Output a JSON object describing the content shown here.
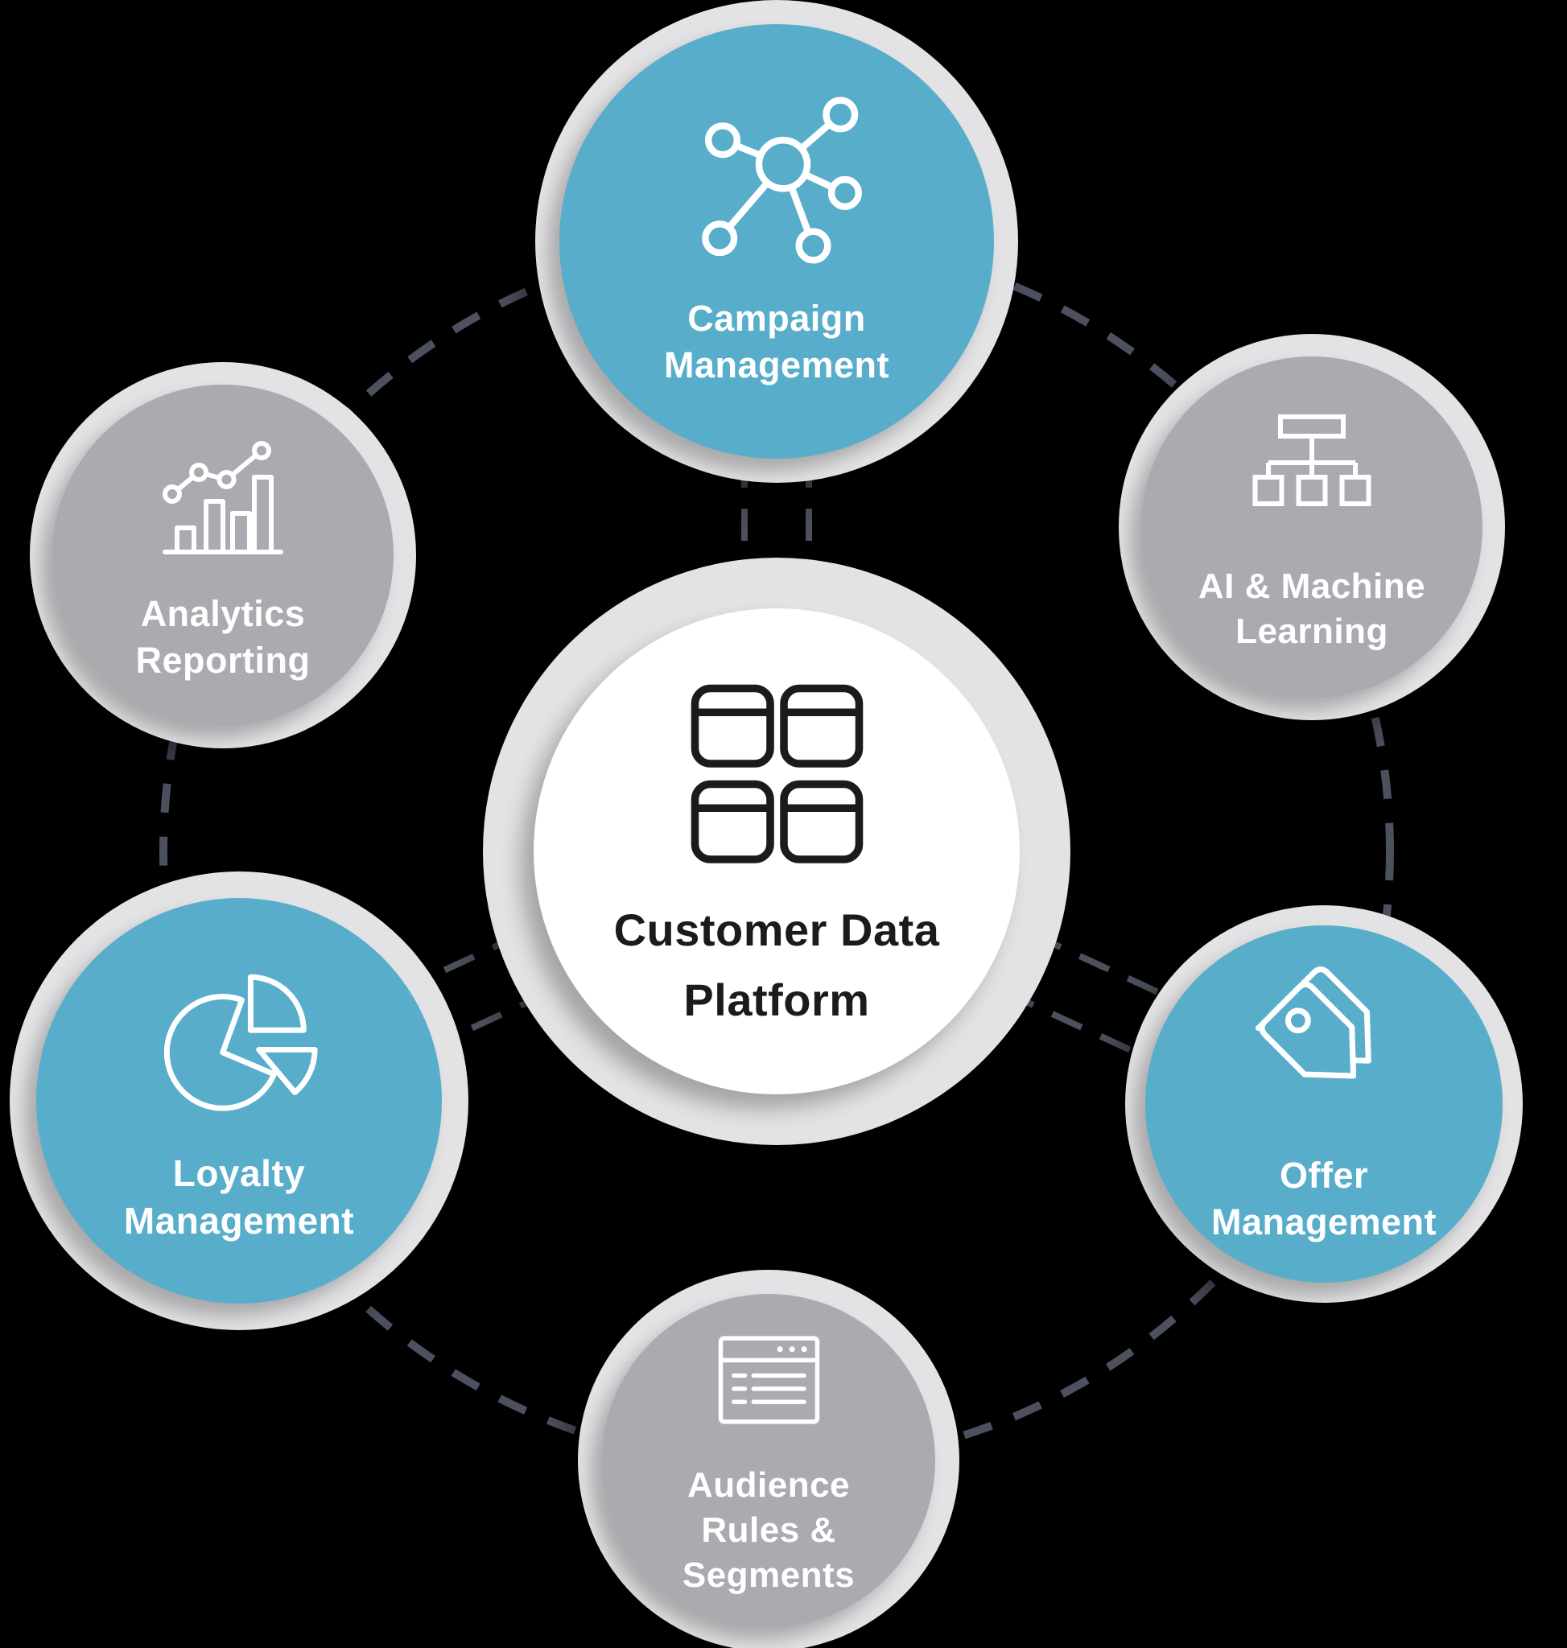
{
  "colors": {
    "background": "#000000",
    "accent_blue": "#58ADCB",
    "node_gray": "#ACA9B1",
    "ring_gray": "#E3E2E4",
    "dash": "#4D515F",
    "label_white": "#FFFFFF",
    "center_text": "#1B1B1B"
  },
  "center": {
    "id": "customer-data-platform",
    "icon": "grid-icon",
    "lines": [
      "Customer Data",
      "Platform"
    ]
  },
  "nodes": [
    {
      "id": "campaign-management",
      "variant": "blue",
      "icon": "network-icon",
      "lines": [
        "Campaign",
        "Management"
      ]
    },
    {
      "id": "ai-machine-learning",
      "variant": "gray",
      "icon": "hierarchy-icon",
      "lines": [
        "AI & Machine",
        "Learning"
      ]
    },
    {
      "id": "offer-management",
      "variant": "blue",
      "icon": "tag-icon",
      "lines": [
        "Offer",
        "Management"
      ]
    },
    {
      "id": "audience-rules-segments",
      "variant": "gray",
      "icon": "browser-list-icon",
      "lines": [
        "Audience",
        "Rules &",
        "Segments"
      ]
    },
    {
      "id": "loyalty-management",
      "variant": "blue",
      "icon": "pie-chart-icon",
      "lines": [
        "Loyalty",
        "Management"
      ]
    },
    {
      "id": "analytics-reporting",
      "variant": "gray",
      "icon": "line-bar-chart-icon",
      "lines": [
        "Analytics",
        "Reporting"
      ]
    }
  ],
  "connections": {
    "dashed_ring_through": [
      "campaign-management",
      "ai-machine-learning",
      "offer-management",
      "audience-rules-segments",
      "loyalty-management",
      "analytics-reporting"
    ],
    "double_dashed_spokes_from_center_to": [
      "campaign-management",
      "offer-management",
      "loyalty-management"
    ]
  }
}
